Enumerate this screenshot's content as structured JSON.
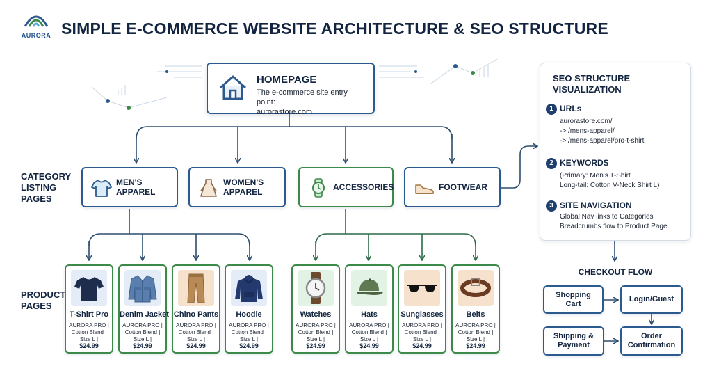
{
  "brand": {
    "logo_text": "AURORA",
    "logo_icon": "aurora-logo-icon"
  },
  "title": "SIMPLE E-COMMERCE WEBSITE ARCHITECTURE & SEO STRUCTURE",
  "homepage": {
    "title": "HOMEPAGE",
    "desc_line1": "The e-commerce site entry point:",
    "desc_line2": "aurorastore.com",
    "icon": "house-icon"
  },
  "labels": {
    "category_line1": "CATEGORY",
    "category_line2": "LISTING",
    "category_line3": "PAGES",
    "product_line1": "PRODUCT",
    "product_line2": "PAGES"
  },
  "categories": [
    {
      "line1": "MEN'S",
      "line2": "APPAREL",
      "icon": "tshirt-icon"
    },
    {
      "line1": "WOMEN'S",
      "line2": "APPAREL",
      "icon": "dress-icon"
    },
    {
      "line1": "ACCESSORIES",
      "line2": "",
      "icon": "watch-icon"
    },
    {
      "line1": "FOOTWEAR",
      "line2": "",
      "icon": "sneaker-icon"
    }
  ],
  "products": [
    {
      "name": "T-Shirt Pro",
      "d1": "AURORA PRO |",
      "d2": "Cotton Blend |",
      "d3": "Size L |",
      "price": "$24.99",
      "icon": "tshirt-image"
    },
    {
      "name": "Denim Jacket",
      "d1": "AURORA PRO |",
      "d2": "Cotton Blend |",
      "d3": "Size L |",
      "price": "$24.99",
      "icon": "denim-jacket-image"
    },
    {
      "name": "Chino Pants",
      "d1": "AURORA PRO |",
      "d2": "Cotton Blend |",
      "d3": "Size L |",
      "price": "$24.99",
      "icon": "chino-pants-image"
    },
    {
      "name": "Hoodie",
      "d1": "AURORA PRO |",
      "d2": "Cotton Blend |",
      "d3": "Size L |",
      "price": "$24.99",
      "icon": "hoodie-image"
    },
    {
      "name": "Watches",
      "d1": "AURORA PRO |",
      "d2": "Cotton Blend |",
      "d3": "Size L |",
      "price": "$24.99",
      "icon": "watch-image"
    },
    {
      "name": "Hats",
      "d1": "AURORA PRO |",
      "d2": "Cotton Blend |",
      "d3": "Size L |",
      "price": "$24.99",
      "icon": "hat-image"
    },
    {
      "name": "Sunglasses",
      "d1": "AURORA PRO |",
      "d2": "Cotton Blend |",
      "d3": "Size L |",
      "price": "$24.99",
      "icon": "sunglasses-image"
    },
    {
      "name": "Belts",
      "d1": "AURORA PRO |",
      "d2": "Cotton Blend |",
      "d3": "Size L |",
      "price": "$24.99",
      "icon": "belt-image"
    }
  ],
  "seo": {
    "title_line1": "SEO STRUCTURE",
    "title_line2": "VISUALIZATION",
    "sections": [
      {
        "num": "1",
        "heading": "URLs",
        "lines": [
          "aurorastore.com/",
          "-> /mens-apparel/",
          "-> /mens-apparel/pro-t-shirt"
        ]
      },
      {
        "num": "2",
        "heading": "KEYWORDS",
        "lines": [
          "(Primary: Men's T-Shirt",
          "Long-tail: Cotton V-Neck Shirt L)"
        ]
      },
      {
        "num": "3",
        "heading": "SITE NAVIGATION",
        "lines": [
          "Global Nav links to Categories",
          "Breadcrumbs flow to Product Page"
        ]
      }
    ]
  },
  "checkout": {
    "title": "CHECKOUT FLOW",
    "shopping_cart_l1": "Shopping",
    "shopping_cart_l2": "Cart",
    "login": "Login/Guest",
    "shipping_l1": "Shipping &",
    "shipping_l2": "Payment",
    "order_l1": "Order",
    "order_l2": "Confirmation"
  },
  "colors": {
    "navy": "#2d5a8e",
    "green": "#3b8a4a",
    "dark": "#12243f"
  }
}
